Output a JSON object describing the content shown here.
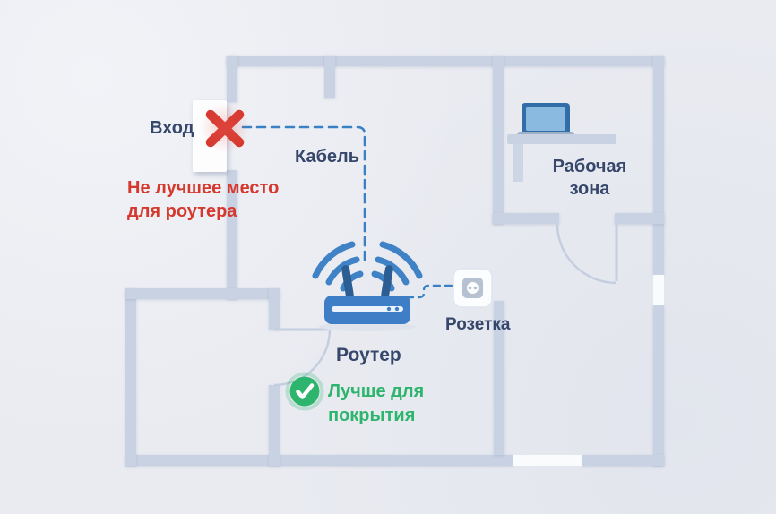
{
  "diagram": {
    "title": "router-placement-floorplan",
    "labels": {
      "entrance": "Вход",
      "cable": "Кабель",
      "router": "Роутер",
      "outlet": "Розетка",
      "work_area": [
        "Рабочая",
        "зона"
      ],
      "bad_place": [
        "Не лучшее место",
        "для роутера"
      ],
      "good_place": [
        "Лучше для",
        "покрытия"
      ]
    },
    "colors": {
      "background": "#e9ebf1",
      "wall": "#c8d2e2",
      "window": "#fafbfd",
      "text_dark": "#36476b",
      "alert_red": "#d6382e",
      "success_green": "#2db56e",
      "accent_blue": "#3a80c4"
    },
    "icons": {
      "bad_mark": "x-icon",
      "good_mark": "check-icon",
      "router": "wifi-router-icon",
      "outlet": "power-socket-icon",
      "workstation": "laptop-icon"
    }
  }
}
